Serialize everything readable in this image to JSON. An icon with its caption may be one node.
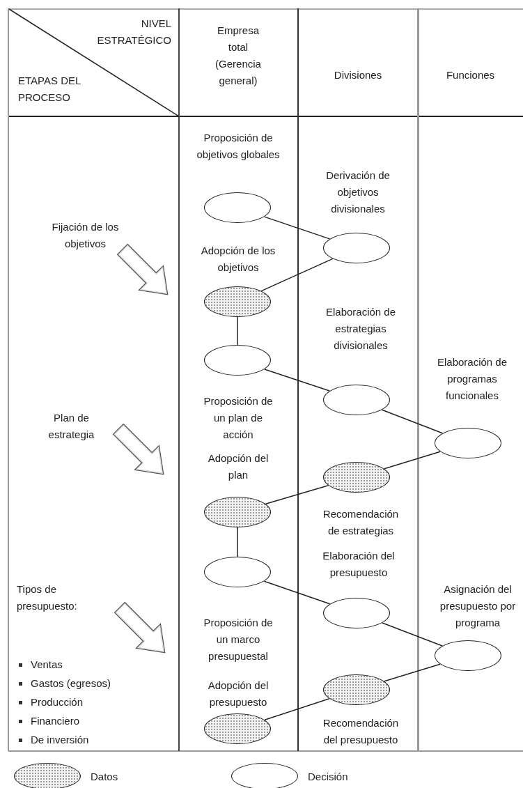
{
  "diagram": {
    "nodes": [
      {
        "text": [],
        "shape": "ellipse",
        "beside": [
          "Proposición de objetivos globales"
        ]
      },
      {
        "text": [],
        "shape": "ellipse",
        "beside": [
          "Derivación de objetivos divisionales"
        ]
      },
      {
        "text": [],
        "shape": "shaded-ellipse",
        "beside": [
          "Adopción de los objetivos"
        ]
      },
      {
        "text": [],
        "shape": "ellipse",
        "beside": [
          "Elaboración de estrategias divisionales"
        ]
      },
      {
        "text": [],
        "shape": "ellipse",
        "beside": [
          "Proposición de un plan de acción"
        ]
      },
      {
        "text": [],
        "shape": "ellipse",
        "beside": [
          "Elaboración de programas funcionales"
        ]
      },
      {
        "text": [],
        "shape": "shaded-ellipse",
        "beside": [
          "Recomendación de estrategias"
        ]
      },
      {
        "text": [],
        "shape": "shaded-ellipse",
        "beside": [
          "Adopción del plan"
        ]
      },
      {
        "text": [],
        "shape": "ellipse",
        "beside": [
          "Proposición de un marco presupuestal"
        ]
      },
      {
        "text": [],
        "shape": "ellipse",
        "beside": [
          "Elaboración del presupuesto"
        ]
      },
      {
        "text": [],
        "shape": "ellipse",
        "beside": [
          "Asignación del presupuesto por programa"
        ]
      },
      {
        "text": [],
        "shape": "shaded-ellipse",
        "beside": [
          "Recomendación del presupuesto"
        ]
      },
      {
        "text": [],
        "shape": "shaded-ellipse",
        "beside": [
          "Adopción del presupuesto"
        ]
      }
    ],
    "edges": [
      {
        "from": 0,
        "to": 1,
        "arrow": "none"
      },
      {
        "from": 1,
        "to": 2,
        "arrow": "none"
      },
      {
        "from": 2,
        "to": 4,
        "arrow": "none"
      },
      {
        "from": 4,
        "to": 3,
        "arrow": "none"
      },
      {
        "from": 3,
        "to": 5,
        "arrow": "none"
      },
      {
        "from": 5,
        "to": 6,
        "arrow": "none"
      },
      {
        "from": 6,
        "to": 7,
        "arrow": "none"
      },
      {
        "from": 7,
        "to": 8,
        "arrow": "none"
      },
      {
        "from": 8,
        "to": 9,
        "arrow": "none"
      },
      {
        "from": 9,
        "to": 10,
        "arrow": "none"
      },
      {
        "from": 10,
        "to": 11,
        "arrow": "none"
      },
      {
        "from": 11,
        "to": 12,
        "arrow": "none"
      }
    ],
    "labels": [
      "NIVEL ESTRATÉGICO",
      "ETAPAS DEL PROCESO",
      "Empresa total (Gerencia general)",
      "Divisiones",
      "Funciones",
      "Fijación de los objetivos",
      "Plan de estrategia",
      "Tipos de presupuesto:",
      "Ventas",
      "Gastos (egresos)",
      "Producción",
      "Financiero",
      "De inversión"
    ],
    "legend": [
      {
        "text": "Datos"
      },
      {
        "text": "Decisión"
      }
    ]
  }
}
